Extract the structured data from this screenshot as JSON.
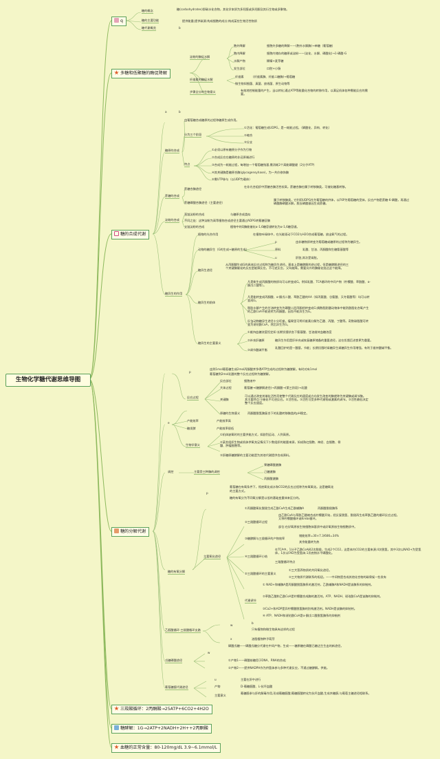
{
  "title": "生物化学糖代谢思维导图",
  "branches": {
    "b1": {
      "label": "q",
      "icon": "house-icon"
    },
    "b2": {
      "label": "多糖和低聚糖的酶促降解",
      "icon": "star-icon"
    },
    "b3": {
      "label": "糖的合成代谢",
      "icon": "star-outline-icon"
    },
    "b4": {
      "label": "糖的分解代谢",
      "icon": "note-icon"
    },
    "b5": {
      "label": "三羧酸循环：2丙酮酸→25ATP+6CO2+4H2O",
      "icon": "star-icon"
    },
    "b6": {
      "label": "糖酵解：1G→2ATP+2NADH+2H++2丙酮酸",
      "icon": "tag-icon"
    },
    "b7": {
      "label": "血糖的正常含量：80-120mg/dL 3.9~6.1mmol/L",
      "icon": "star-icon"
    }
  },
  "b1": {
    "n1": "糖的概念",
    "n1d": "糖(carbohydrates)即碳水化合物，其化学本质为多羟醛或多羟酮及其衍生物或多聚物。",
    "n2": "糖的主要功能",
    "n2d": "提供能量;提供碳源;构成细胞的成分;构成某些生物活性物质",
    "n3": "糖代谢概览",
    "n3d": "b"
  },
  "b2": {
    "g1": "淀粉的酶促水解",
    "g1a": "胞外降解",
    "g1ad": "细胞外多糖的降解——(胞外水解酶)→单糖（葡萄糖）",
    "g1b": "胞内降解",
    "g1bd": "细胞内储存的糖原或淀粉——(淀化、水解、磷酸化)→1-磷酸-G",
    "g1c": "水解产物",
    "g1cd": "糊精+麦芽糖",
    "g1d": "发生部位",
    "g1dd": "口腔+小肠",
    "g2": "纤维素的酶促水解",
    "g2a": "纤维素",
    "g2ad": "(纤维素酶、纤维二糖酶)→葡萄糖",
    "g2b": "微生物如细菌、真菌、放线菌、原生动物等",
    "g3": "步骤全分的生物意义",
    "g3d": "有效地控制能量的产生，当以转化;通过ATP等能量化合物的转移作用，以满足机体各种需能反应的需要。"
  },
  "b3": {
    "a": "a",
    "ad": "b",
    "s1": "糖原的合成",
    "s1a": "由葡萄糖合成糖原的过程称糖原生成作用。",
    "s1b": "分为三个阶段",
    "s1b1": "①活化：葡萄糖生成UDPG，是一耗能过程。（磷酸化、异构、转化）",
    "s1b2": "②缩合",
    "s1b3": "③分支",
    "s1c": "特点",
    "s1c1": "①必须以原有糖原分子作为引物",
    "s1c2": "②合成反应在糖原的非还原端进行",
    "s1c3": "③合成为一耗能过程，每增加一个葡萄糖残基,需消耗2个高能磷酸键（2分子ATP）",
    "s1c4": "④其关键酶是糖原合酶(glycogensyhase)，为一共价修饰酶",
    "s1c5": "⑤需UTP参与（以UDP为载体）",
    "s2": "蔗糖的合成",
    "s2a": "蔗糖合酶途径",
    "s2ad": "在非光合组织中蔗糖合酶活性较高，蔗糖合酶也属于转移酶类，可催化糖基转移。",
    "s2b": "蔗糖磷酸合酶途径（主要途径）",
    "s2bd": "属于转移酶类，它利用UDPG作为葡萄糖的供体，以F6P为葡萄糖的受体，反应产物是蔗糖-6-磷酸，再通过磷酸酶磷酸水解，脱去磷酸基因生成蔗糖。",
    "s3": "淀粉的合成",
    "s3a": "直链淀粉的合成",
    "s3ad": "与糖原合成类似",
    "s3b": "不同之处：这种淀粉为高等植物合成途径主要通过ADPG转葡糖苷酶",
    "s3c": "支链淀粉的合成",
    "s3cd": "植物中的Q酶能催化α-1,6糖苷键转化为α-1,6糖苷键。",
    "s4": "糖异生的作用",
    "s4a": "植物的光合作用",
    "s4ad": "在植物叶绿体中，在光能驱动下CO2与H2O合成葡萄糖，放出氧气的过程。",
    "s4b": "动物的糖异生（G的生成+糖原的生成）",
    "s4b1": "p",
    "s4b1d": "由非糖物质转变为葡萄糖或糖原的过程称为糖异生。",
    "s4b2": "原料",
    "s4b2d": "乳酸、甘油、丙酮酸和生糖氨基酸等",
    "s4b3": "u",
    "s4b3d": "肝脏,其次是肾脏。",
    "s4c": "糖异生途径",
    "s4cd": "从丙酮酸生成G的具体反应过程称为糖异生途径。基本上是糖酵解的逆过程，但是糖酵解途径的三个关键酶催化的反应是能障反应，不可逆反应，又叫能障。需要另外的酶催化绕过这个能障。",
    "s4d": "糖异生的前体",
    "s4d1": "凡是能生成丙酮酸的物质均可以转变成G。例如乳酸、TCA循环的中间产物（柠檬酸、草酰酸、α-酮戊二酸等）。",
    "s4d2": "凡是能转变成丙酮酸、α-酮戊二酸、草酰乙酸的AA（如丙氨酸、谷氨酸、天冬氨酸等）均可以转变成G。",
    "s4d3": "脂肪水解产生的甘油转变为为磷酸二羟丙酮经转变成G;偶数脂肪酸动物体中能防酰脂化合氧产生的乙酰CoA不能逆转为丙酮酸，因而不能异生为G。",
    "s4d4": "反刍动物糖异生途径十分旺盛，瘤胃里可将纤维素分解为乙酸、丙酸、丁酸等。奇数碳脂酸可转变为琥珀酰CoA，然后异生为G。",
    "s4e": "糖异生的主要意义",
    "s4e1": "①维持血糖浓度恒定如:长期饥饿状态下氨基酸、甘油维持血糖浓度",
    "s4e2": "②补充肝糖原",
    "s4e2d": "糖异生作用是肝补充或恢复糖原储备的重要途径，这在饥饿后进食更为重要。",
    "s4e3": "③调节酸碱平衡",
    "s4e3d": "乳酸回护的是一酸基，节能；长期饥饿时肾糖异生调糖异生作用增强，有利于维持酸碱平衡。"
  },
  "b4": {
    "p": "p",
    "pd1": "由到1mol葡萄糖生成2mol丙酮酸并净得ATP生成的过程称为糖酵解。有时对有1mol",
    "pd2": "葡萄糖到2mol乳酸的整个反应过程称为糖酵解。",
    "r": "反应过程",
    "r1": "反应部位",
    "r1d": "细胞液中",
    "r2": "大体过程",
    "r2d": "葡萄糖→(糖酵解途径)→丙酮酸→(第三阶段)→乳酸",
    "r3": "关键酶",
    "r3d": "可以通过改变其催化活性而使整个代谢反应的速度或方向发生改变的酶就称为关键酶或调节酶。其主要特点:①催化不可逆反应。②活性低。③活性可受多种代谢物或激素的调节。③活性最低决定整个反应速度。",
    "r4": "原糖的生物意义",
    "r4d": "丙酮酸脱氢酶复合下的乳酸转移酶类的pH稳定。",
    "e": "e",
    "e1": "产能效率",
    "e1d": "产能效率高",
    "e2": "糖发酵",
    "e2d": "产能效率很低",
    "e3": "生物学意义",
    "e3a": "①机体缺氧时的主要供能方式，如剧烈运动、人到高原。",
    "e3b": "②某些组织生物或机体供氧充足情况下少数组织的能量来源，如成熟红细胞、神经、白细胞、骨髓、肿瘤细胞等。",
    "e3c": "③肝糖原糖酵解的主要功能是为其他代谢提供合成原料。",
    "f": "调控",
    "f1": "主要受三种酶的调控",
    "f1a": "果糖磷酸激酶",
    "f1b": "己糖激酶",
    "f1c": "丙酮酸激酶",
    "aero": "糖的有氧分解",
    "aerop": "p",
    "aeropd1": "葡萄糖在有氧条件下，彻底氧化成水和CO2的反应过程称为有氧氧化。这是糖氧化",
    "aeropd2": "的主要方式。",
    "aeropd3": "糖的有氧分为不同氧分解是以低的基础变量体来区分的。",
    "main": "主要氧化途径",
    "m1": "①丙酮酸氧化脱羧生成乙酰CoA生成乙酰辅酶A",
    "m1d": "丙酮酸脱羧酶系",
    "m2": "②三羧酸循环过程",
    "m2d1": "由乙酰CoA与草酰乙酸缩合成柠檬酸开始，经反复脱氢、脱羧再生成草酰乙酸的循环反应过程。又称柠檬酸循环或Krebs循环。",
    "m2d2": "部位:在好氧原核生物细胞体基质中或好氧原核生物细胞质中。",
    "m3": "③糖酵解与三羧循环的产物效率",
    "m3d1": "储能效率=30×7.3/686=34%",
    "m3d2": "其余能量转为热",
    "m4": "④三羧酸循环小结",
    "m4d1": "在TCA中，1分子乙酰CoA经2次脱羧，生成2个CO2，这是体内CO2的主要来源;4次脱氢，其中3次以NAD+为受氢体，1次以FAD为受氢体;1次底物水平磷酸化。",
    "m4d2": "三羧酸循环特点",
    "m5": "⑤三羧酸循环的主要意义",
    "m5d1": "①三大营养物质的共同氧化途径。",
    "m5d2": "②三大物质代谢联系的枢纽。——中间物是合成其他化合物的碳骨架一些发有",
    "m6": "代谢调节",
    "m6d1": "① NAD+和辅酶A是丙酮酸脱氢酶系的激活剂，乙酰辅酶A和NADH是该酶系的抑制剂。",
    "m6d2": "②草酰乙酸和乙酰CoA是柠檬酸合成酶的激活剂。ATP、NADH、琥珀酰CoA是该酶的抑制剂。",
    "m6d3": "③Ca2+和ADP是异柠檬酸脱氢酶的别构激活剂。NADH是该酶的抑制剂。",
    "m6d4": "④ ATP、NADH和琥珀酰CoA是α-酮戊二酸脱氢酶系的抑制剂",
    "gly": "乙醛酸循环-三羧酸循环支路",
    "glyw": "w",
    "glywd": "b",
    "glywd2": "只有植物和微生物具有这样的过程",
    "glyx": "x",
    "glyxd": "油脂植物种子萌芽",
    "pen": "戊糖磷酸途径",
    "penw": "w",
    "penwd1": "磷酸戊糖——磷酸戊糖分代谢在中间产物，生成——糖原糖在磷酸已糖达生生出的新途径。",
    "penwd2": "①产物1——磷酸核糖用于DNA、RNA的合成;",
    "penwd3": "②产物2——提供NADPH作为供氢体参与多种代谢反应，不通过糖酵解。供能。",
    "uro": "葡萄糖醛代谢途径",
    "uro1": "u",
    "uro1d": "主要在肝中进行",
    "uro2": "产物",
    "uro2d": "D-葡糖醛酸、L-抗坏血酸",
    "uro3": "主要意义",
    "uro3d": "葡糖醛参与肝的解毒作用,形成葡糖醛酸;葡糖醛酸转化为抗坏血酸,生成木糖醇,与葡萄主糖途径相联系。"
  },
  "colors": {
    "background": "#f4f6c8",
    "line": "#8cb85c",
    "border": "#5aa05a"
  }
}
